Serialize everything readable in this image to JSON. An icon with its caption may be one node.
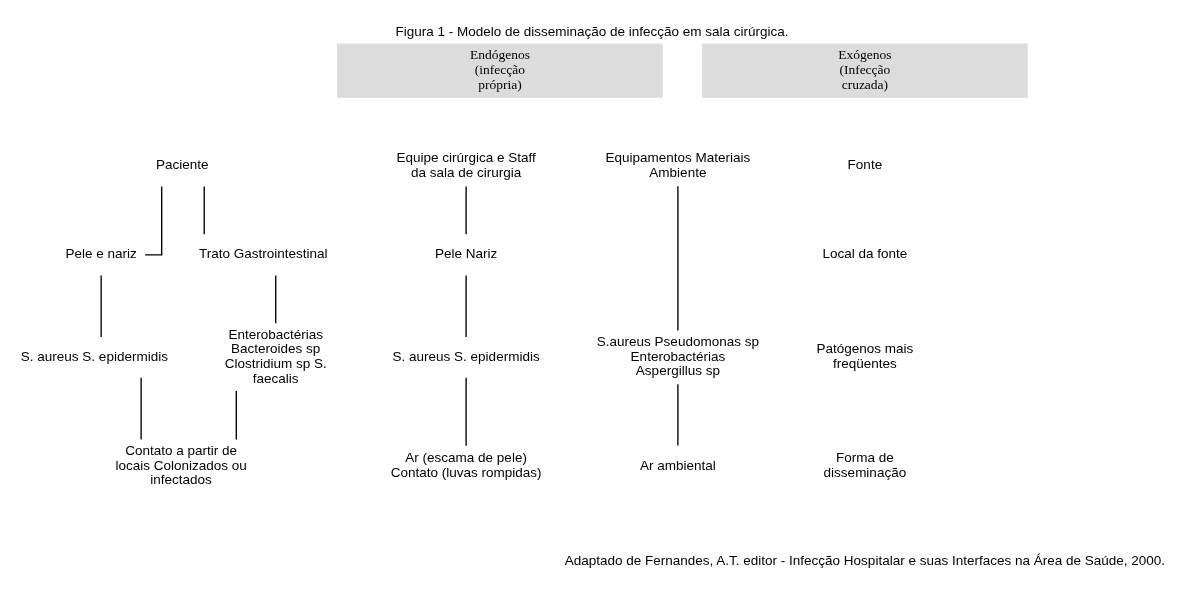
{
  "diagram": {
    "title": "Figura 1 - Modelo de disseminação de infecção em sala cirúrgica.",
    "caption": "Adaptado de Fernandes, A.T. editor - Infecção Hospitalar e suas Interfaces na Área de Saúde, 2000.",
    "nodes": [
      {
        "text": [
          "Paciente"
        ]
      },
      {
        "text": [
          "Pele e nariz"
        ]
      },
      {
        "text": [
          "Trato Gastrointestinal"
        ]
      },
      {
        "text": [
          "S. aureus S. epidermidis"
        ]
      },
      {
        "text": [
          "Enterobactérias Bacteroides sp Clostridium sp S. faecalis"
        ]
      },
      {
        "text": [
          "Contato a partir de locais Colonizados ou infectados"
        ]
      },
      {
        "text": [
          "Equipe cirúrgica e Staff da sala de cirurgia"
        ]
      },
      {
        "text": [
          "Pele Nariz"
        ]
      },
      {
        "text": [
          "S. aureus S. epidermidis"
        ]
      },
      {
        "text": [
          "Ar (escama de pele) Contato (luvas rompidas)"
        ]
      },
      {
        "text": [
          "Equipamentos Materiais Ambiente"
        ]
      },
      {
        "text": [
          "S.aureus Pseudomonas sp Enterobactérias Aspergillus sp"
        ]
      },
      {
        "text": [
          "Ar ambiental"
        ]
      }
    ],
    "edges": [
      {
        "from": 0,
        "to": 1,
        "arrow": "none"
      },
      {
        "from": 0,
        "to": 2,
        "arrow": "none"
      },
      {
        "from": 1,
        "to": 3,
        "arrow": "none"
      },
      {
        "from": 2,
        "to": 4,
        "arrow": "none"
      },
      {
        "from": 3,
        "to": 5,
        "arrow": "none"
      },
      {
        "from": 4,
        "to": 5,
        "arrow": "none"
      },
      {
        "from": 6,
        "to": 7,
        "arrow": "none"
      },
      {
        "from": 7,
        "to": 8,
        "arrow": "none"
      },
      {
        "from": 8,
        "to": 9,
        "arrow": "none"
      },
      {
        "from": 10,
        "to": 11,
        "arrow": "none"
      },
      {
        "from": 11,
        "to": 12,
        "arrow": "none"
      }
    ],
    "labels": [
      "Endógenos (infecção própria)",
      "Exógenos (Infecção cruzada)",
      "Fonte",
      "Local da fonte",
      "Patógenos mais freqüentes",
      "Forma de disseminação"
    ]
  }
}
